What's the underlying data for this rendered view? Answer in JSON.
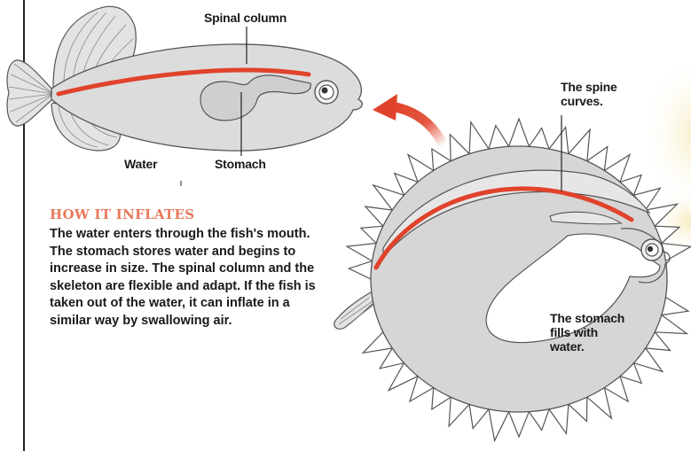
{
  "labels": {
    "spinal_column": "Spinal column",
    "water": "Water",
    "stomach": "Stomach",
    "spine_curves": "The spine\ncurves.",
    "stomach_fills": "The stomach\nfills with\nwater."
  },
  "section": {
    "heading": "HOW IT INFLATES",
    "body": "The water enters through the fish's mouth. The stomach stores water and begins to increase in size. The spinal column and the skeleton are flexible and adapt. If the fish is taken out of the water, it can inflate in a similar way by swallowing air."
  },
  "colors": {
    "heading": "#e87a5b",
    "spine": "#e0432b",
    "body_fill": "#d9d9d9",
    "outline": "#555555"
  }
}
